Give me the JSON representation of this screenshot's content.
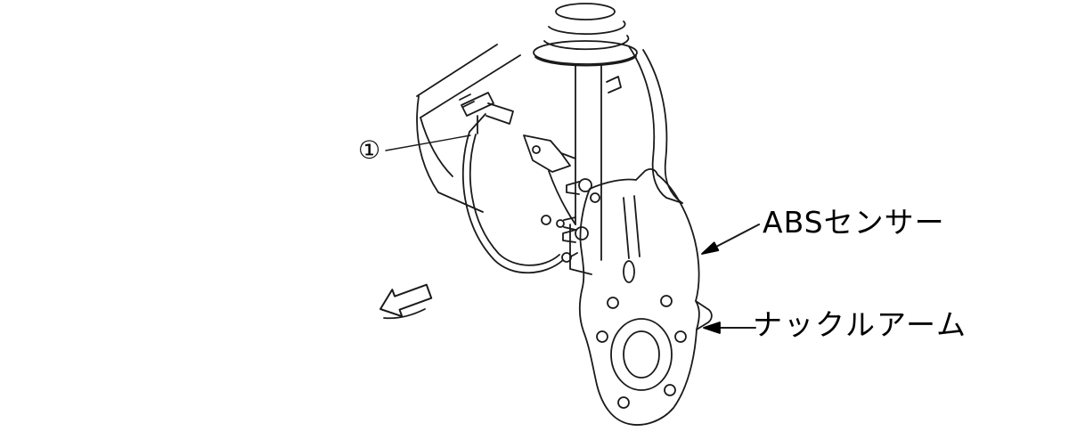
{
  "diagram": {
    "title_hint": "front-suspension-knuckle-diagram",
    "callout_1": "①",
    "labels": {
      "abs_sensor": "ABSセンサー",
      "knuckle_arm": "ナックルアーム"
    },
    "colors": {
      "line": "#1a1a1a",
      "background": "#ffffff",
      "arrow_fill": "#000000"
    }
  }
}
